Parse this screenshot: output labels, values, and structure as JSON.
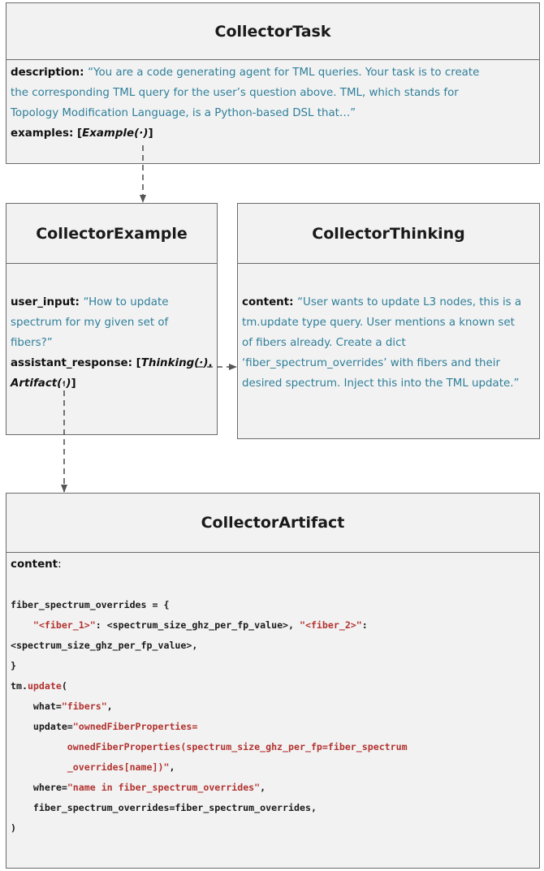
{
  "task": {
    "title": "CollectorTask",
    "desc_key": "description",
    "desc_lines": [
      "“You are a code generating agent for TML queries. Your task is to create",
      "the corresponding TML query for the user’s question above. TML, which stands for",
      "Topology Modification Language, is a Python-based DSL that…”"
    ],
    "examples_key": "examples",
    "examples_open": ": [",
    "examples_item": "Example(·)",
    "examples_close": "]"
  },
  "example": {
    "title": "CollectorExample",
    "user_key": "user_input",
    "user_lines": [
      "“How to update",
      "spectrum for my given set of",
      "fibers?”"
    ],
    "resp_key": "assistant_response",
    "resp_open": ": [",
    "resp_item1": "Thinking(·)",
    "resp_comma": ",",
    "resp_item2": "Artifact(·)",
    "resp_close": "]"
  },
  "thinking": {
    "title": "CollectorThinking",
    "content_key": "content",
    "content_lines": [
      "“User wants to update L3 nodes, this is a",
      "tm.update type query. User mentions a known set",
      "of fibers already. Create a dict",
      "‘fiber_spectrum_overrides’ with fibers and their",
      "desired spectrum. Inject this into the TML update.”"
    ]
  },
  "artifact": {
    "title": "CollectorArtifact",
    "content_key": "content",
    "content_colon": ":",
    "code": {
      "l1": "fiber_spectrum_overrides = {",
      "l2_indent": "    ",
      "l2_s1": "\"<fiber_1>\"",
      "l2_m1": ": <spectrum_size_ghz_per_fp_value>, ",
      "l2_s2": "\"<fiber_2>\"",
      "l2_m2": ":",
      "l3": "<spectrum_size_ghz_per_fp_value>,",
      "l4": "}",
      "l5_a": "tm.",
      "l5_b": "update",
      "l5_c": "(",
      "l6_a": "    what=",
      "l6_b": "\"fibers\"",
      "l6_c": ",",
      "l7_a": "    update=",
      "l7_b": "\"ownedFiberProperties=",
      "l8": "          ownedFiberProperties(spectrum_size_ghz_per_fp=fiber_spectrum",
      "l9_a": "          _overrides[name])\"",
      "l9_b": ",",
      "l10_a": "    where=",
      "l10_b": "\"name in fiber_spectrum_overrides\"",
      "l10_c": ",",
      "l11": "    fiber_spectrum_overrides=fiber_spectrum_overrides,",
      "l12": ")"
    }
  },
  "colors": {
    "string_blue": "#2f7f9a",
    "code_red": "#b23330",
    "box_fill": "#f2f2f2",
    "border": "#6b6b6b",
    "arrow": "#555555"
  }
}
